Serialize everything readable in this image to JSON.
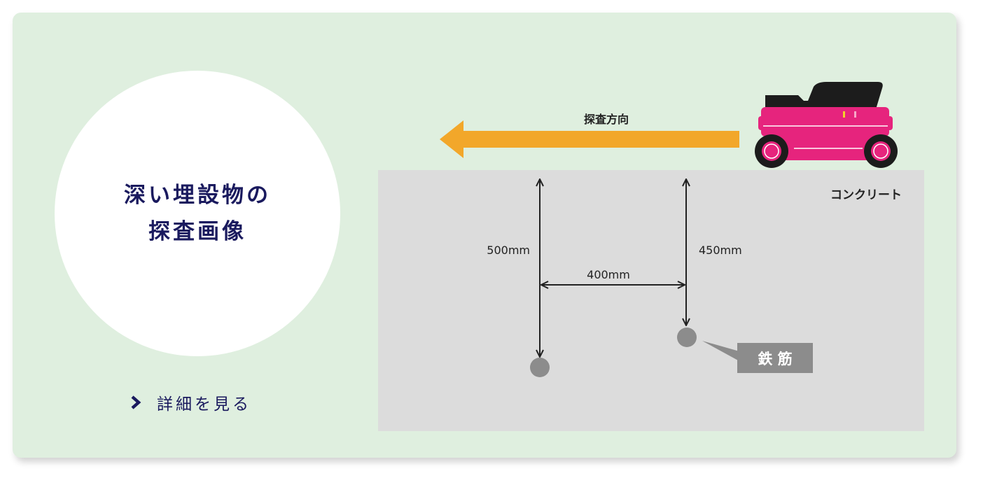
{
  "card": {
    "title": "深い埋設物の\n探査画像",
    "link_label": "詳細を見る",
    "link_icon": "chevron-right-icon"
  },
  "diagram": {
    "direction_label": "探査方向",
    "material_label": "コンクリート",
    "depth_left": "500mm",
    "depth_right": "450mm",
    "spacing": "400mm",
    "rebar_label": "鉄 筋"
  },
  "colors": {
    "background": "#dfefdf",
    "navy": "#1a1a5e",
    "arrow": "#f2a72a",
    "concrete": "#dcdcdc",
    "rebar": "#8c8c8c",
    "scanner_body": "#e6247d"
  }
}
